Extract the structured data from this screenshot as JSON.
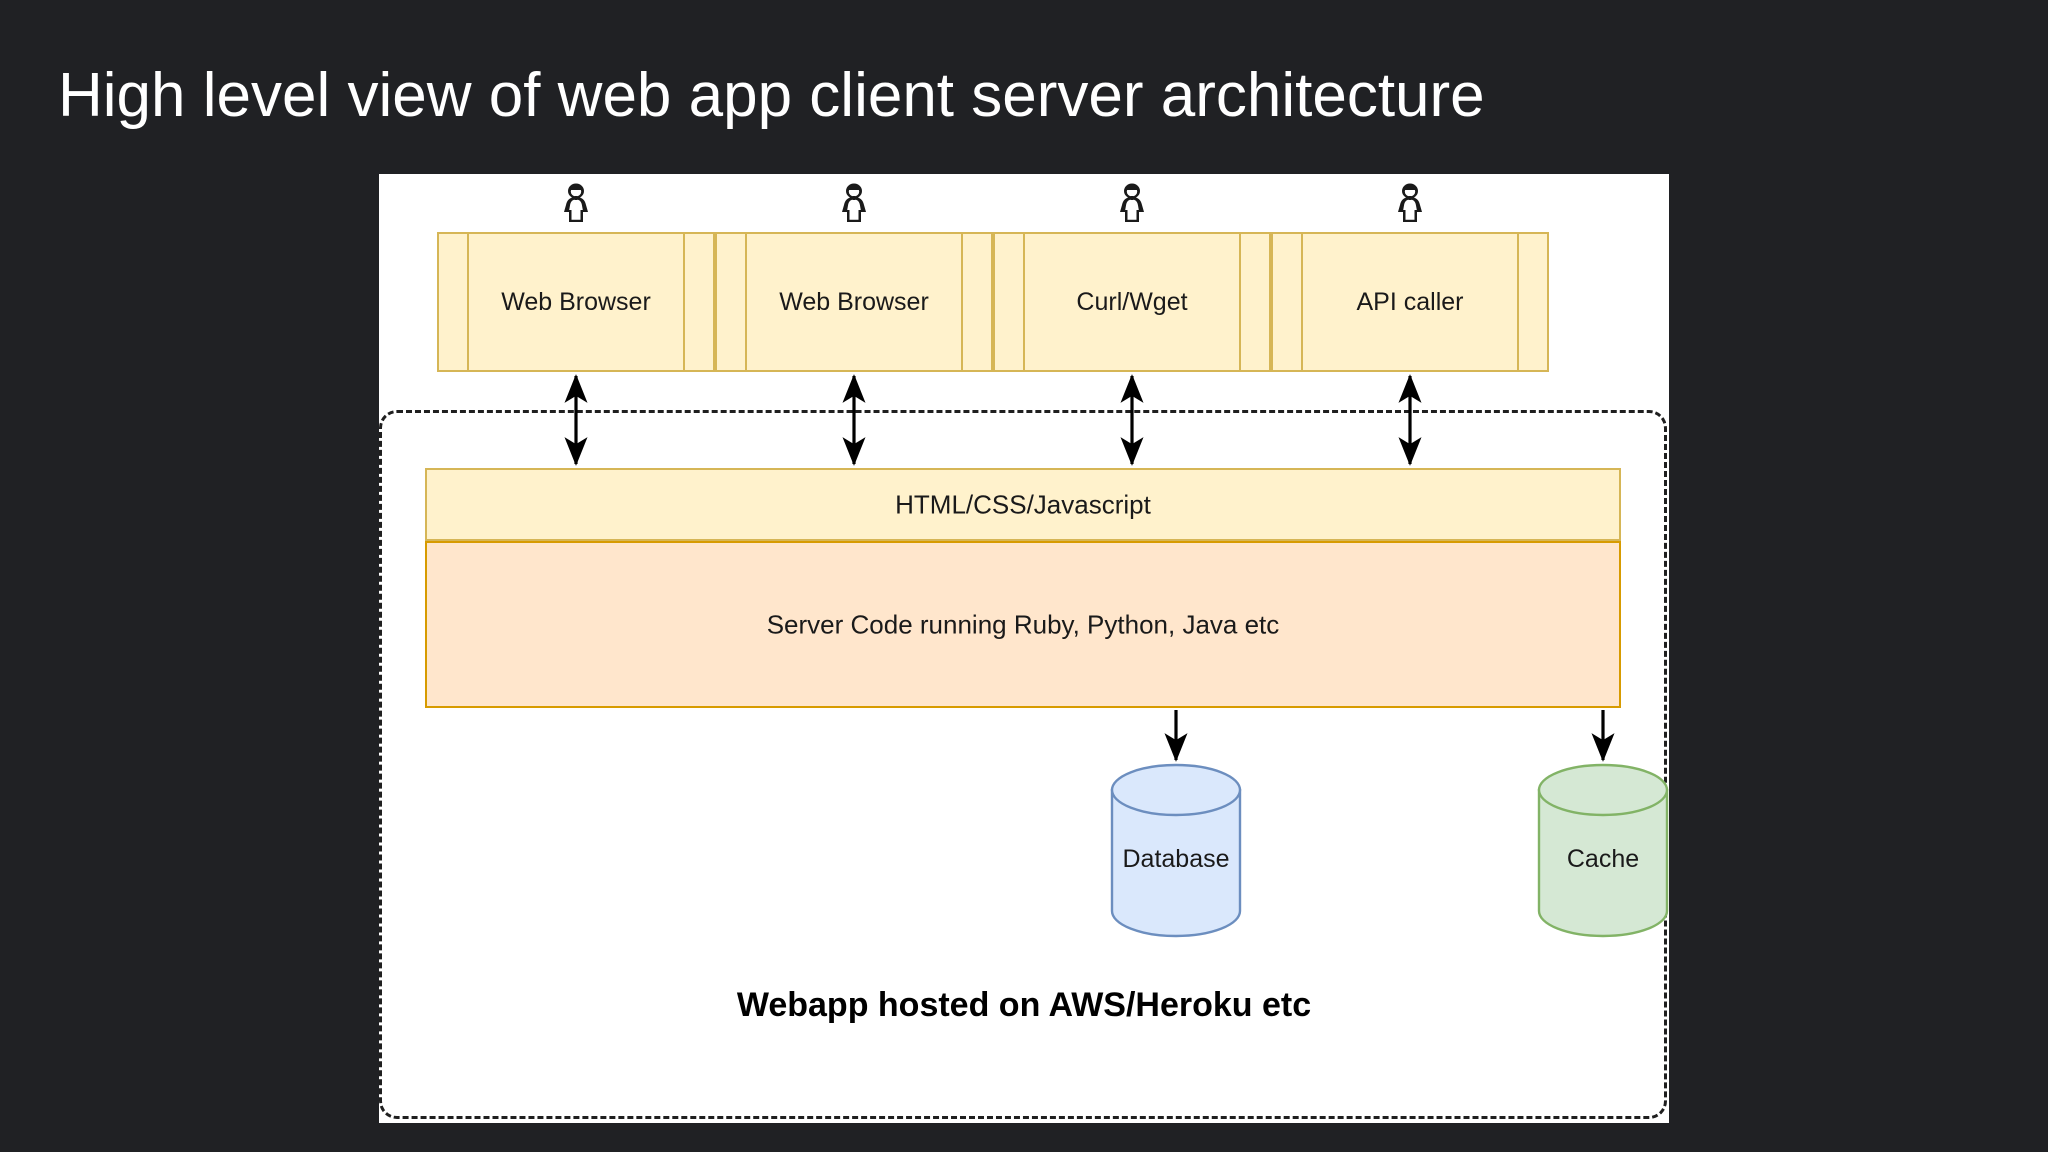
{
  "slide": {
    "title": "High level view of web app client server architecture",
    "background_color": "#202124",
    "title_color": "#ffffff"
  },
  "diagram": {
    "type": "architecture-diagram",
    "canvas_background": "#ffffff",
    "boundary": {
      "style": "dashed",
      "caption": "Webapp hosted on AWS/Heroku etc"
    },
    "clients": [
      {
        "label": "Web Browser",
        "actor_icon": "user-actor-icon",
        "fill": "#fff2cc",
        "stroke": "#d6b656"
      },
      {
        "label": "Web Browser",
        "actor_icon": "user-actor-icon",
        "fill": "#fff2cc",
        "stroke": "#d6b656"
      },
      {
        "label": "Curl/Wget",
        "actor_icon": "user-actor-icon",
        "fill": "#fff2cc",
        "stroke": "#d6b656"
      },
      {
        "label": "API caller",
        "actor_icon": "user-actor-icon",
        "fill": "#fff2cc",
        "stroke": "#d6b656"
      }
    ],
    "server": {
      "frontend_label": "HTML/CSS/Javascript",
      "frontend_fill": "#fff2cc",
      "frontend_stroke": "#d6b656",
      "backend_label": "Server Code running Ruby, Python, Java etc",
      "backend_fill": "#ffe6cc",
      "backend_stroke": "#d79b00"
    },
    "datastores": [
      {
        "label": "Database",
        "shape": "cylinder",
        "fill": "#dae8fc",
        "stroke": "#6c8ebf"
      },
      {
        "label": "Cache",
        "shape": "cylinder",
        "fill": "#d5e8d4",
        "stroke": "#82b366"
      }
    ],
    "connectors": {
      "client_to_frontend": "bidirectional",
      "backend_to_store": "unidirectional",
      "color": "#000000"
    }
  }
}
